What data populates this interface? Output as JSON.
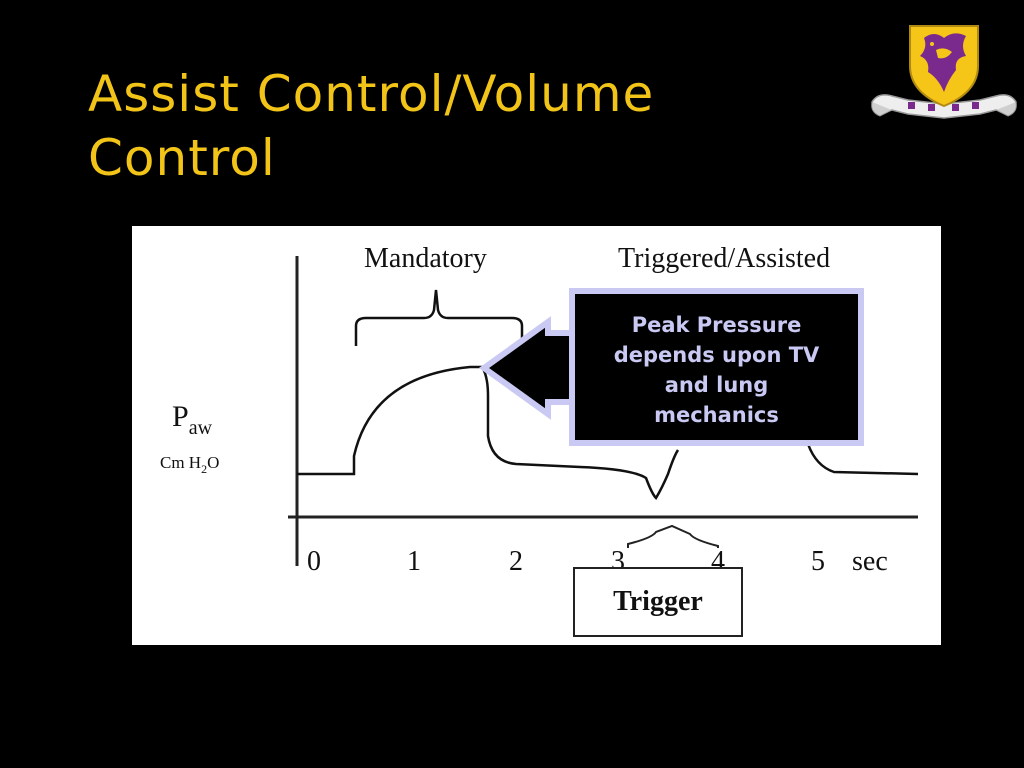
{
  "slide": {
    "title": "Assist Control/Volume Control"
  },
  "colors": {
    "background": "#000000",
    "title": "#f2c418",
    "callout_fill": "#000000",
    "callout_border": "#c9c9f3",
    "callout_text": "#c9c9f3",
    "figure_background": "#ffffff",
    "logo_shield": "#f5c518",
    "logo_crest": "#7a2a8c"
  },
  "figure": {
    "label_mandatory": "Mandatory",
    "label_triggered": "Triggered/Assisted",
    "y_label_main": "P",
    "y_label_sub": "aw",
    "y_unit": "Cm H",
    "y_unit_sub": "2",
    "y_unit_tail": "O",
    "x_ticks": [
      "0",
      "1",
      "2",
      "3",
      "4",
      "5"
    ],
    "x_unit": "sec",
    "trigger_label": "Trigger"
  },
  "callout": {
    "text_lines": [
      "Peak Pressure",
      "depends upon TV",
      "and lung",
      "mechanics"
    ]
  },
  "logo": {
    "icon": "university-crest-icon"
  }
}
